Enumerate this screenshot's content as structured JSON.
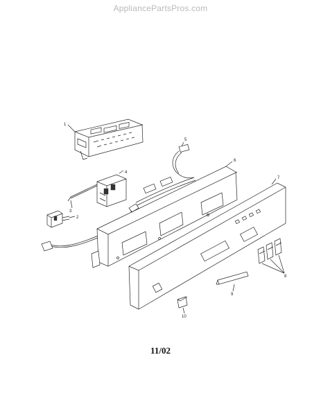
{
  "watermark": "AppliancePartsPros.com",
  "date_code": "11/02",
  "callouts": [
    "1",
    "2",
    "3",
    "4",
    "5",
    "6",
    "7",
    "8",
    "9",
    "10"
  ]
}
